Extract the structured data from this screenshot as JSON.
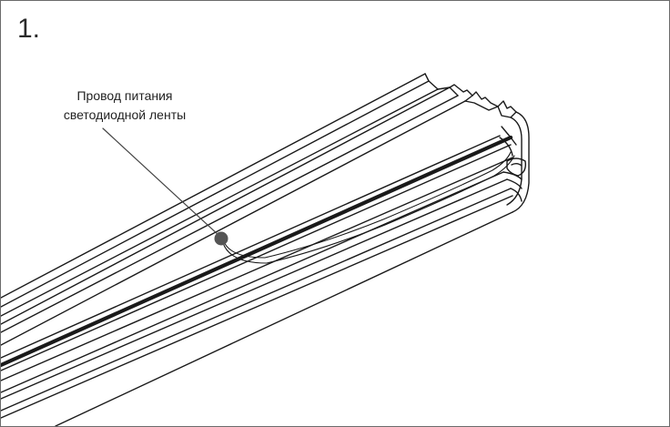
{
  "step": {
    "number": "1."
  },
  "callout": {
    "line1": "Провод питания",
    "line2": "светодиодной ленты"
  },
  "colors": {
    "outline": "#1a1a1a",
    "marker": "#555555",
    "frame": "#6b6b6b",
    "background": "#ffffff"
  }
}
